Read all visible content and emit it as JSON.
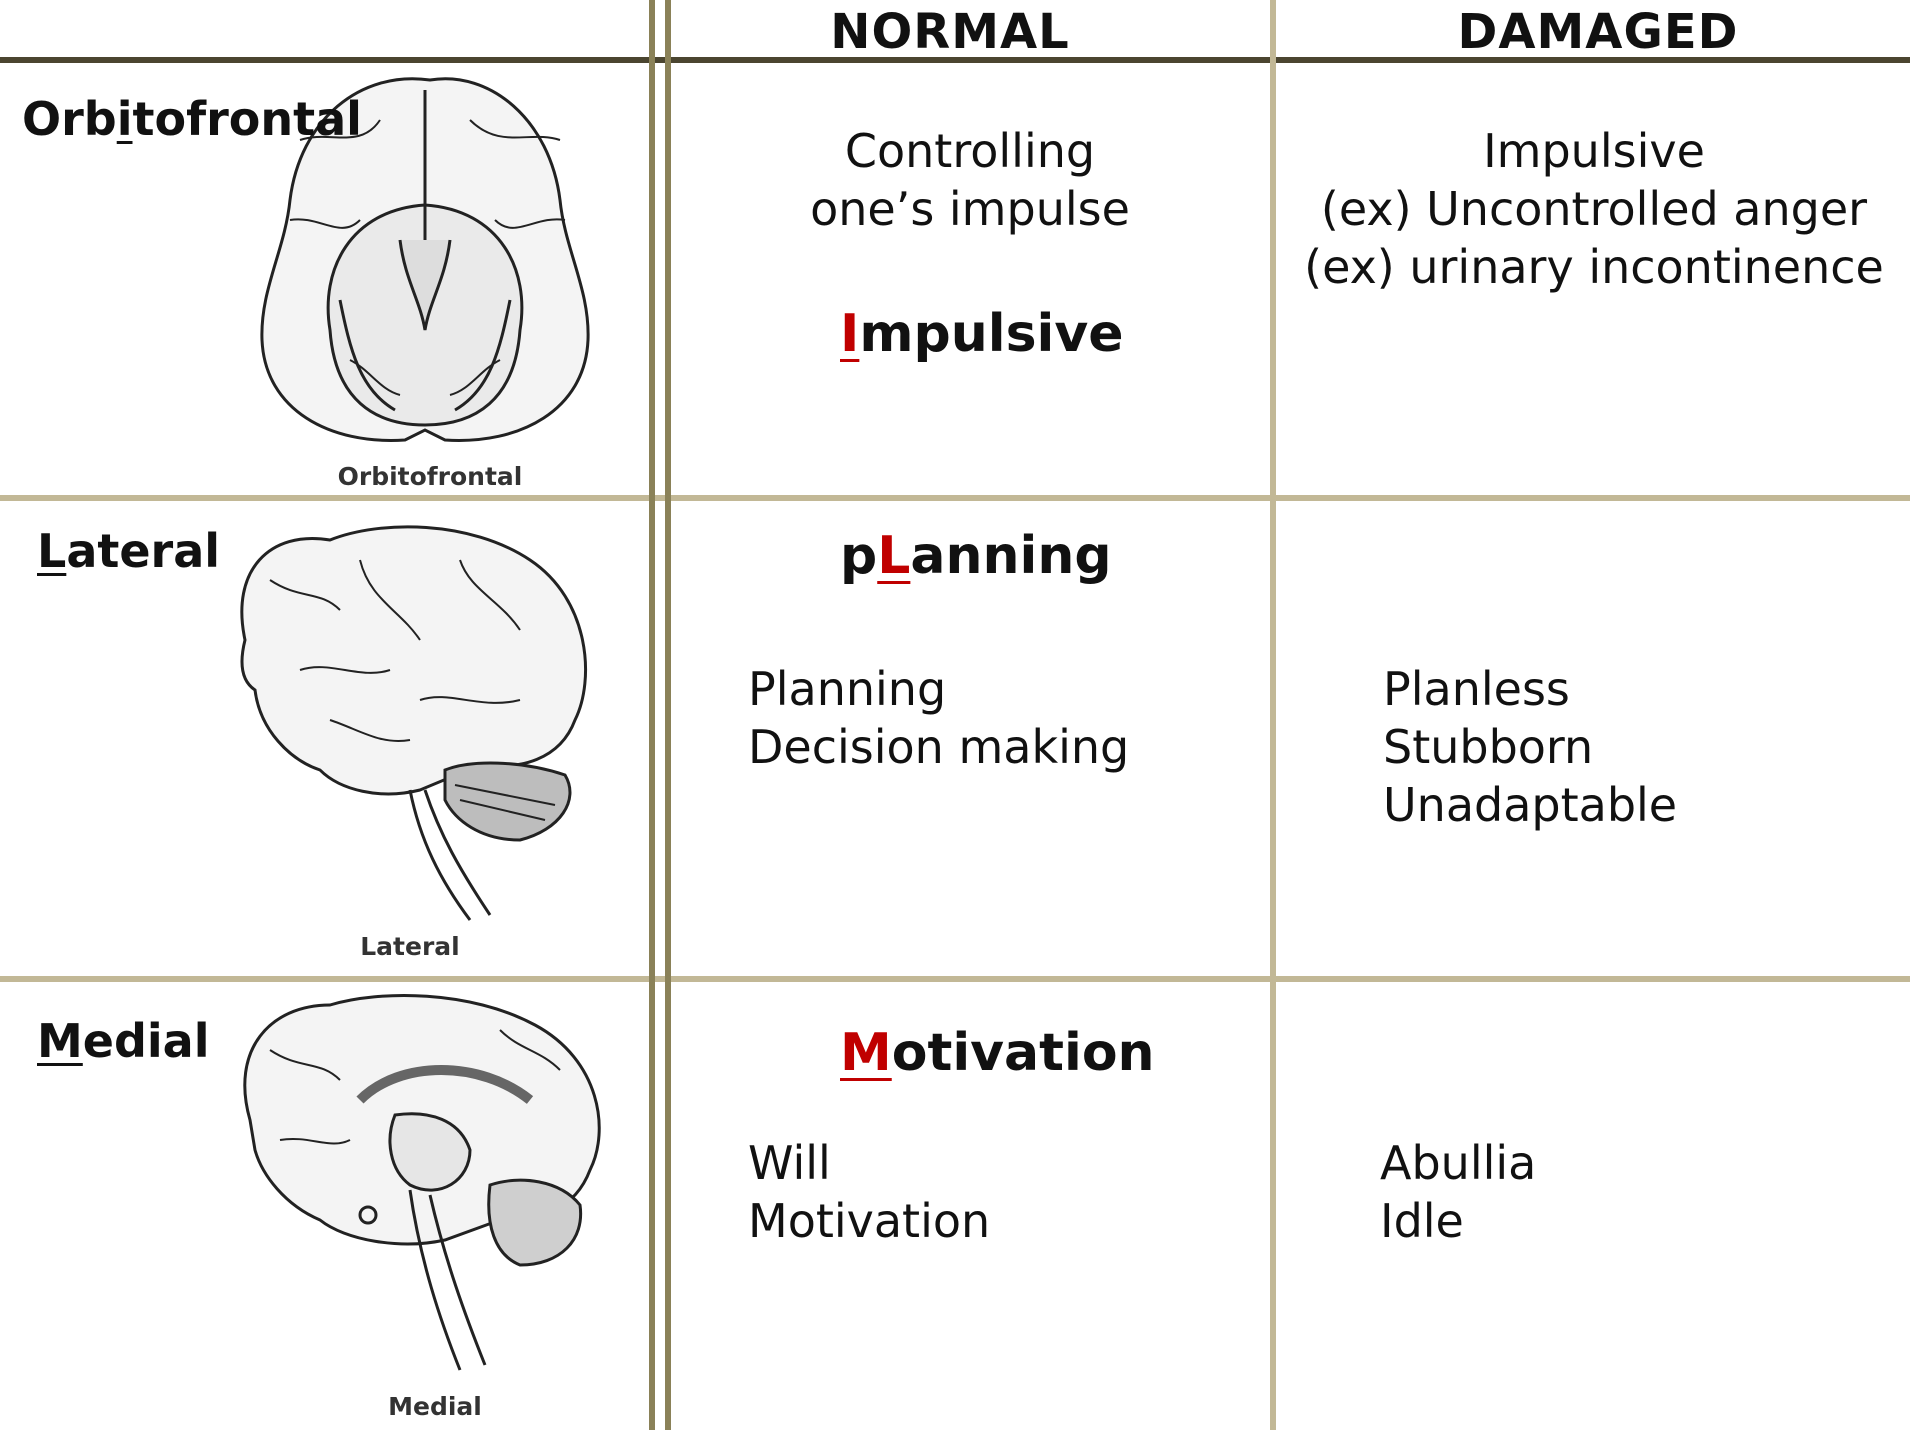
{
  "headers": {
    "normal": "NORMAL",
    "damaged": "DAMAGED"
  },
  "rows": [
    {
      "region_prefix": "Orb",
      "region_initial": "i",
      "region_suffix": "tofrontal",
      "image_caption": "Orbitofrontal",
      "normal_lines": [
        "Controlling",
        "one’s impulse"
      ],
      "keyword_pre": "",
      "keyword_initial": "I",
      "keyword_post": "mpulsive",
      "damaged_lines": [
        "Impulsive",
        "(ex) Uncontrolled anger",
        "(ex) urinary incontinence"
      ]
    },
    {
      "region_prefix": "",
      "region_initial": "L",
      "region_suffix": "ateral",
      "image_caption": "Lateral",
      "keyword_pre": "p",
      "keyword_initial": "L",
      "keyword_post": "anning",
      "normal_lines": [
        "Planning",
        "Decision making"
      ],
      "damaged_lines": [
        "Planless",
        "Stubborn",
        "Unadaptable"
      ]
    },
    {
      "region_prefix": "",
      "region_initial": "M",
      "region_suffix": "edial",
      "image_caption": "Medial",
      "keyword_pre": "",
      "keyword_initial": "M",
      "keyword_post": "otivation",
      "normal_lines": [
        "Will",
        "Motivation"
      ],
      "damaged_lines": [
        "Abullia",
        "Idle"
      ]
    }
  ],
  "icons": [
    "brain-inferior-view-icon",
    "brain-lateral-view-icon",
    "brain-medial-view-icon"
  ],
  "colors": {
    "grid": "#c2b896",
    "header_rule": "#4b4530",
    "highlight": "#c00000"
  }
}
